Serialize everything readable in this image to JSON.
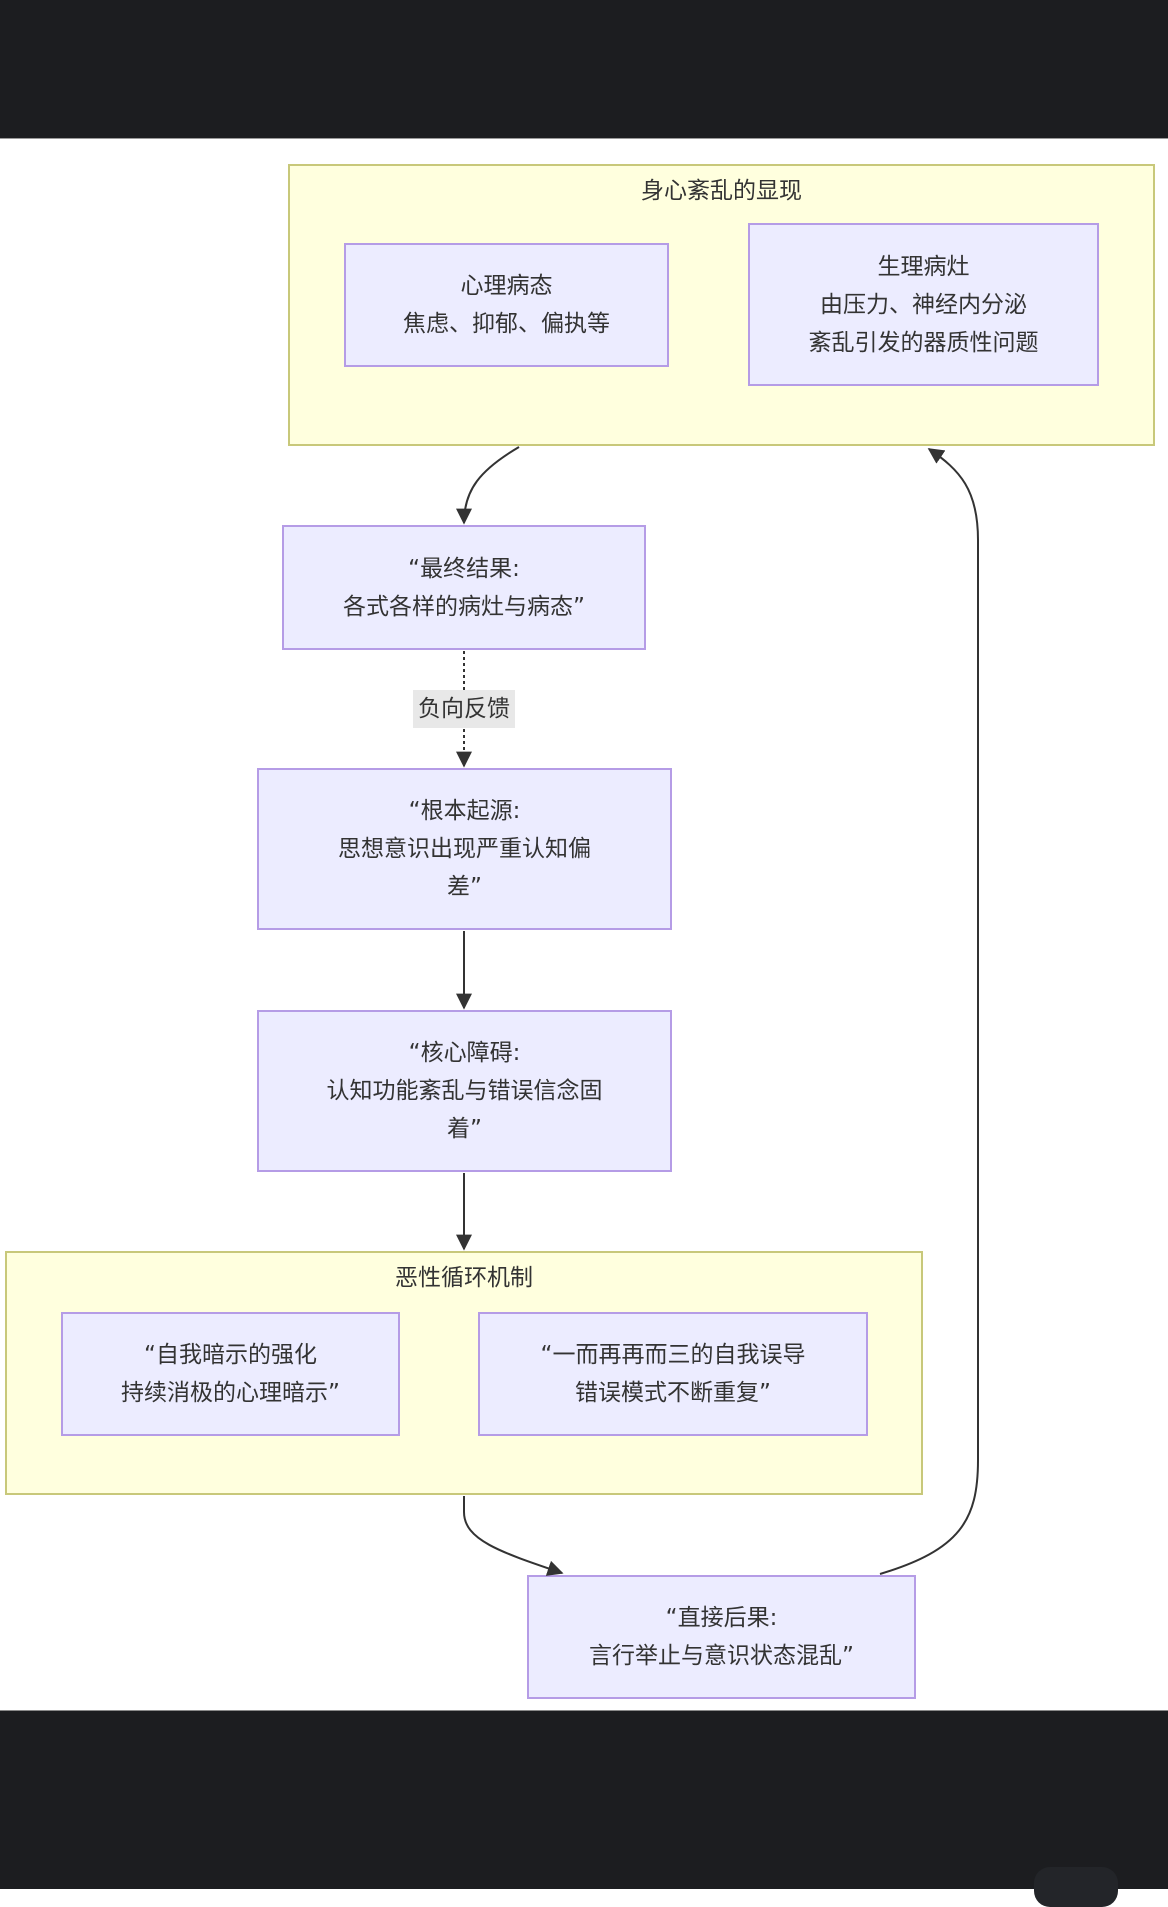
{
  "clusters": {
    "manifestation": {
      "title": "身心紊乱的显现"
    },
    "vicious_cycle": {
      "title": "恶性循环机制"
    }
  },
  "nodes": {
    "psychological": {
      "text": "心理病态\n焦虑、抑郁、偏执等"
    },
    "physiological": {
      "text": "生理病灶\n由压力、神经内分泌\n紊乱引发的器质性问题"
    },
    "final_result": {
      "text": "“最终结果:\n各式各样的病灶与病态”"
    },
    "root_origin": {
      "text": "“根本起源:\n思想意识出现严重认知偏\n差”"
    },
    "core_obstacle": {
      "text": "“核心障碍:\n认知功能紊乱与错误信念固\n着”"
    },
    "self_suggestion": {
      "text": "“自我暗示的强化\n持续消极的心理暗示”"
    },
    "self_misleading": {
      "text": "“一而再再而三的自我误导\n错误模式不断重复”"
    },
    "direct_consequence": {
      "text": "“直接后果:\n言行举止与意识状态混乱”"
    }
  },
  "edges": [
    {
      "from": "manifestation",
      "to": "final_result",
      "style": "solid",
      "label": ""
    },
    {
      "from": "final_result",
      "to": "root_origin",
      "style": "dotted",
      "label": "负向反馈"
    },
    {
      "from": "root_origin",
      "to": "core_obstacle",
      "style": "solid",
      "label": ""
    },
    {
      "from": "core_obstacle",
      "to": "vicious_cycle",
      "style": "solid",
      "label": ""
    },
    {
      "from": "vicious_cycle",
      "to": "direct_consequence",
      "style": "solid",
      "label": ""
    },
    {
      "from": "direct_consequence",
      "to": "manifestation",
      "style": "solid",
      "label": ""
    }
  ],
  "edge_label": "负向反馈",
  "colors": {
    "cluster_fill": "#ffffde",
    "cluster_border": "#c8c87a",
    "node_fill": "#ececff",
    "node_border": "#b59ce6",
    "edge": "#333333",
    "text": "#333333",
    "chrome": "#1c1d20"
  }
}
